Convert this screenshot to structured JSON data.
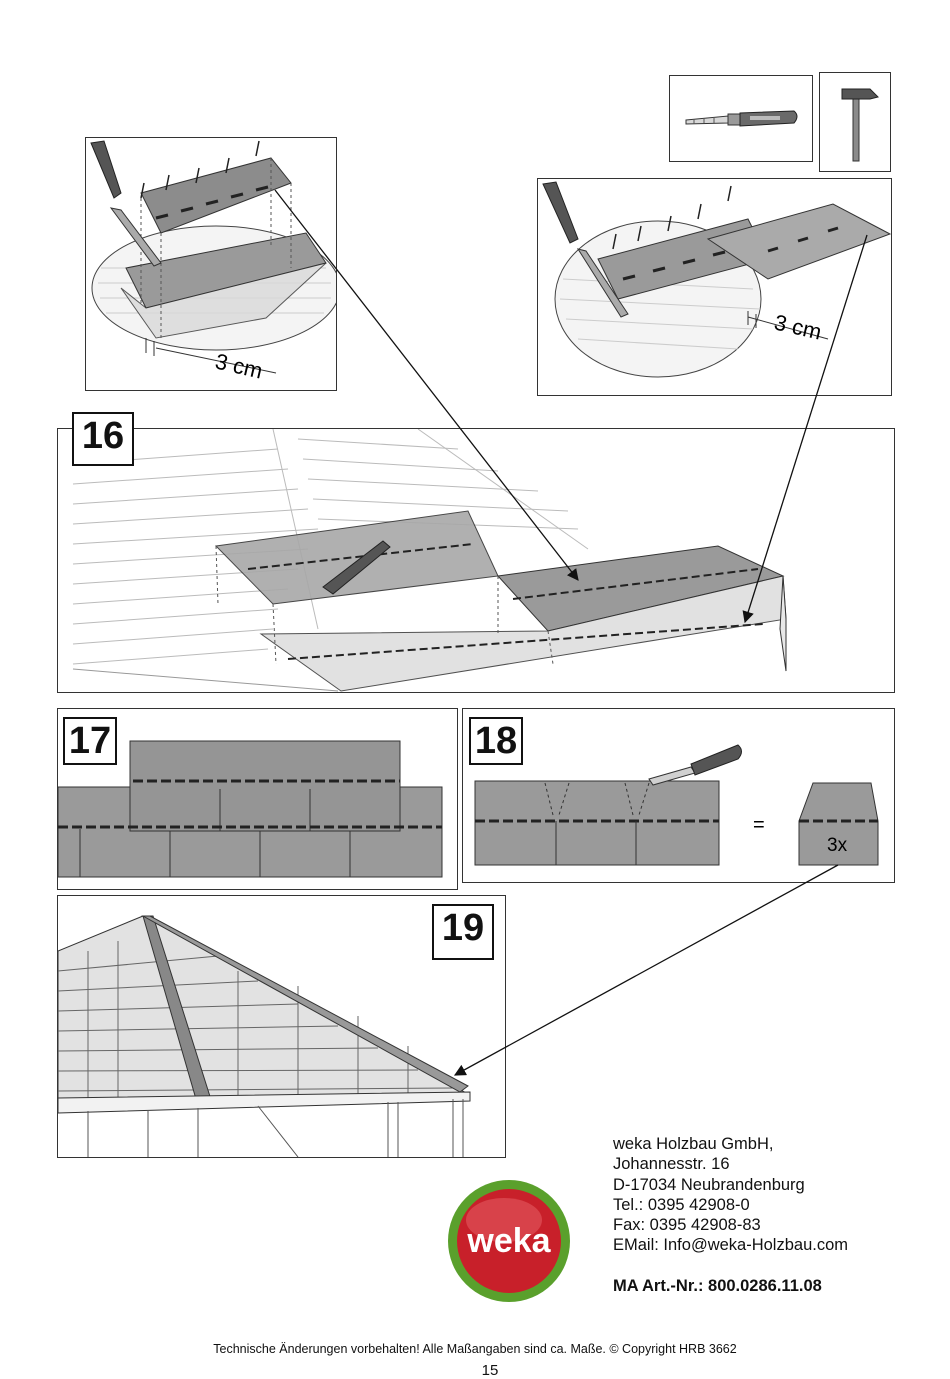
{
  "steps": {
    "s16": "16",
    "s17": "17",
    "s18": "18",
    "s19": "19"
  },
  "measure": "3 cm",
  "equals": "=",
  "multiplier": "3x",
  "company": {
    "name": "weka Holzbau GmbH,",
    "street": "Johannesstr. 16",
    "city": "D-17034 Neubrandenburg",
    "tel": "Tel.: 0395 42908-0",
    "fax": "Fax: 0395 42908-83",
    "email": "EMail:   Info@weka-Holzbau.com",
    "article": "MA Art.-Nr.: 800.0286.11.08"
  },
  "logo_text": "weka",
  "footer": {
    "notice": "Technische Änderungen vorbehalten!  Alle Maßangaben sind ca. Maße.     © Copyright HRB 3662",
    "page": "15"
  },
  "icons": [
    "cutter-knife-icon",
    "hammer-icon"
  ],
  "colors": {
    "shingle": "#9a9a9a",
    "shingle_dark": "#7d7d7d",
    "logo_red": "#c8202a",
    "logo_green": "#5aa02c"
  }
}
